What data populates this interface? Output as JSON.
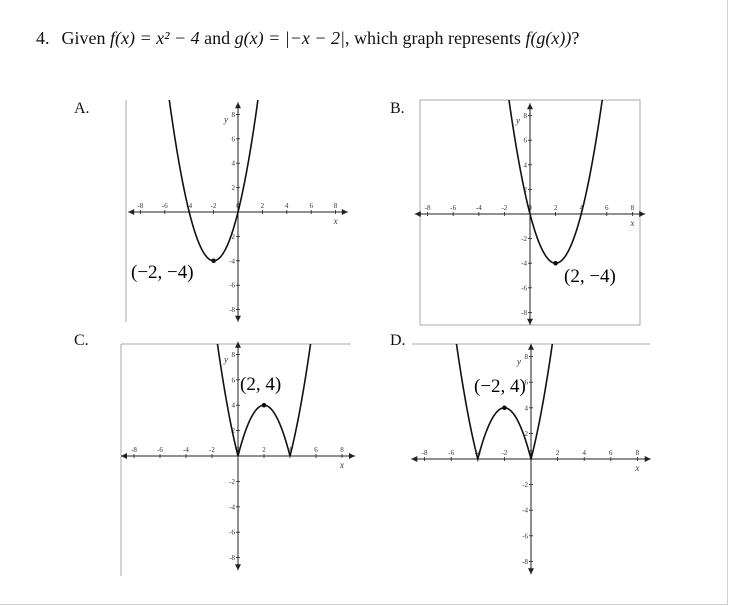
{
  "question": {
    "number": "4.",
    "prefix": "Given ",
    "f_def": "f(x) = x² − 4",
    "joiner": " and ",
    "g_def": "g(x) = |−x − 2|",
    "suffix": ", which graph represents ",
    "target": "f(g(x))",
    "end": "?"
  },
  "options": [
    {
      "label": "A.",
      "point_label": "(−2, −4)",
      "curve": "parabola_vertex_-2_-4",
      "frame": "left-line"
    },
    {
      "label": "B.",
      "point_label": "(2, −4)",
      "curve": "parabola_vertex_2_-4",
      "frame": "box"
    },
    {
      "label": "C.",
      "point_label": "(2, 4)",
      "curve": "w_shape_hump_2_4",
      "frame": "top-left-lines"
    },
    {
      "label": "D.",
      "point_label": "(−2, 4)",
      "curve": "w_shape_hump_-2_4",
      "frame": "top-line"
    }
  ],
  "axes": {
    "x_name": "x",
    "y_name": "y",
    "x_ticks": [
      "-8",
      "-6",
      "-4",
      "-2",
      "0",
      "2",
      "4",
      "6",
      "8"
    ],
    "y_ticks": [
      "8",
      "6",
      "4",
      "2",
      "-2",
      "-4",
      "-6",
      "-8"
    ],
    "range": [
      -8,
      8
    ]
  },
  "colors": {
    "curve": "#111111",
    "axis": "#222222",
    "frame": "#aaaaaa"
  }
}
